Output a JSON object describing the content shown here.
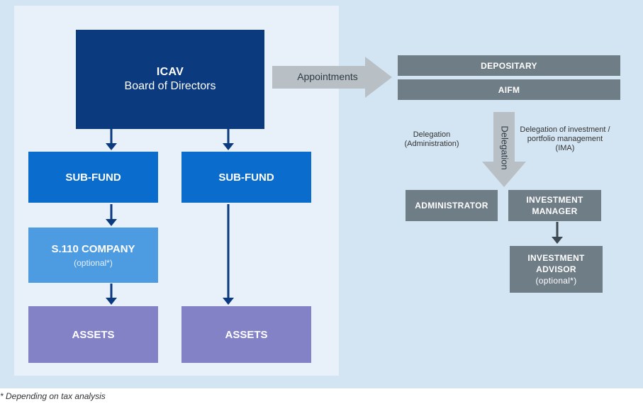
{
  "icav": {
    "title": "ICAV",
    "subtitle": "Board of Directors"
  },
  "sub_fund_1": "SUB-FUND",
  "sub_fund_2": "SUB-FUND",
  "s110": {
    "title": "S.110 COMPANY",
    "optional": "(optional*)"
  },
  "assets_1": "ASSETS",
  "assets_2": "ASSETS",
  "appointments_label": "Appointments",
  "depositary": "DEPOSITARY",
  "aifm": "AIFM",
  "delegation_label": "Delegation",
  "delegation_admin_note": "Delegation (Administration)",
  "delegation_ima_note": "Delegation of investment / portfolio management (IMA)",
  "administrator": "ADMINISTRATOR",
  "investment_manager": "INVESTMENT MANAGER",
  "investment_advisor": {
    "title": "INVESTMENT ADVISOR",
    "optional": "(optional*)"
  },
  "footnote": "* Depending on tax analysis",
  "colors": {
    "icav": "#0b3a7e",
    "sub_fund": "#0a6ccc",
    "s110": "#4d9be0",
    "assets": "#8482c6",
    "service_provider": "#6f7d87",
    "arrow": "#0b3a7e",
    "big_arrow": "#b9c0c5"
  }
}
